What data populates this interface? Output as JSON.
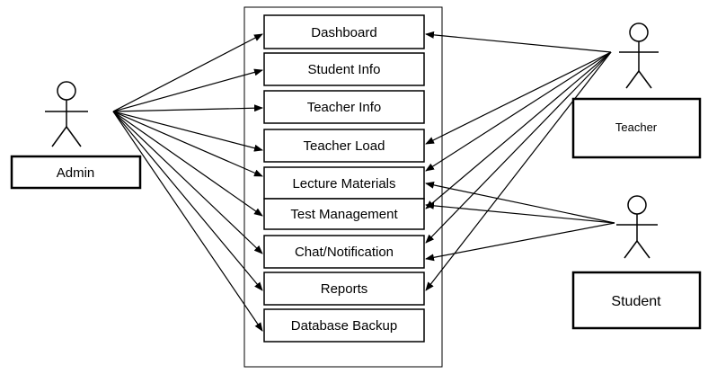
{
  "use_cases": [
    {
      "id": "dashboard",
      "label": "Dashboard"
    },
    {
      "id": "student-info",
      "label": "Student Info"
    },
    {
      "id": "teacher-info",
      "label": "Teacher Info"
    },
    {
      "id": "teacher-load",
      "label": "Teacher Load"
    },
    {
      "id": "lecture-materials",
      "label": "Lecture Materials"
    },
    {
      "id": "test-management",
      "label": "Test Management"
    },
    {
      "id": "chat-notification",
      "label": "Chat/Notification"
    },
    {
      "id": "reports",
      "label": "Reports"
    },
    {
      "id": "database-backup",
      "label": "Database Backup"
    }
  ],
  "actors": [
    {
      "id": "admin",
      "label": "Admin"
    },
    {
      "id": "teacher",
      "label": "Teacher"
    },
    {
      "id": "student",
      "label": "Student"
    }
  ],
  "associations": [
    {
      "from": "admin",
      "to": "dashboard"
    },
    {
      "from": "admin",
      "to": "student-info"
    },
    {
      "from": "admin",
      "to": "teacher-info"
    },
    {
      "from": "admin",
      "to": "teacher-load"
    },
    {
      "from": "admin",
      "to": "lecture-materials"
    },
    {
      "from": "admin",
      "to": "test-management"
    },
    {
      "from": "admin",
      "to": "chat-notification"
    },
    {
      "from": "admin",
      "to": "reports"
    },
    {
      "from": "admin",
      "to": "database-backup"
    },
    {
      "from": "teacher",
      "to": "dashboard"
    },
    {
      "from": "teacher",
      "to": "teacher-load"
    },
    {
      "from": "teacher",
      "to": "lecture-materials"
    },
    {
      "from": "teacher",
      "to": "test-management"
    },
    {
      "from": "teacher",
      "to": "chat-notification"
    },
    {
      "from": "teacher",
      "to": "reports"
    },
    {
      "from": "student",
      "to": "lecture-materials"
    },
    {
      "from": "student",
      "to": "test-management"
    },
    {
      "from": "student",
      "to": "chat-notification"
    }
  ]
}
